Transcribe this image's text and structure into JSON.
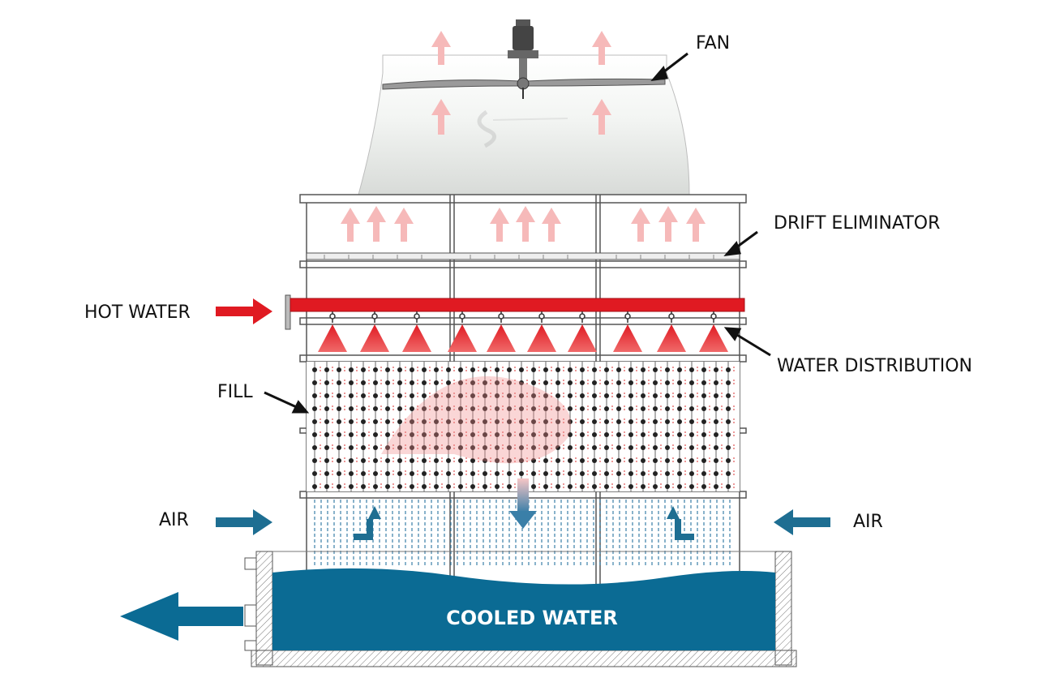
{
  "labels": {
    "fan": "FAN",
    "drift_eliminator": "DRIFT ELIMINATOR",
    "hot_water": "HOT WATER",
    "water_distribution": "WATER DISTRIBUTION",
    "fill": "FILL",
    "air_left": "AIR",
    "air_right": "AIR",
    "cooled_water": "COOLED WATER"
  },
  "colors": {
    "hot_water": "#e01a22",
    "cooled_water": "#0b6b94",
    "air_flow": "#f6b9b9",
    "air_inlet": "#1e6e92",
    "frame": "#555555",
    "fan_stack": "#dcdcdc"
  }
}
